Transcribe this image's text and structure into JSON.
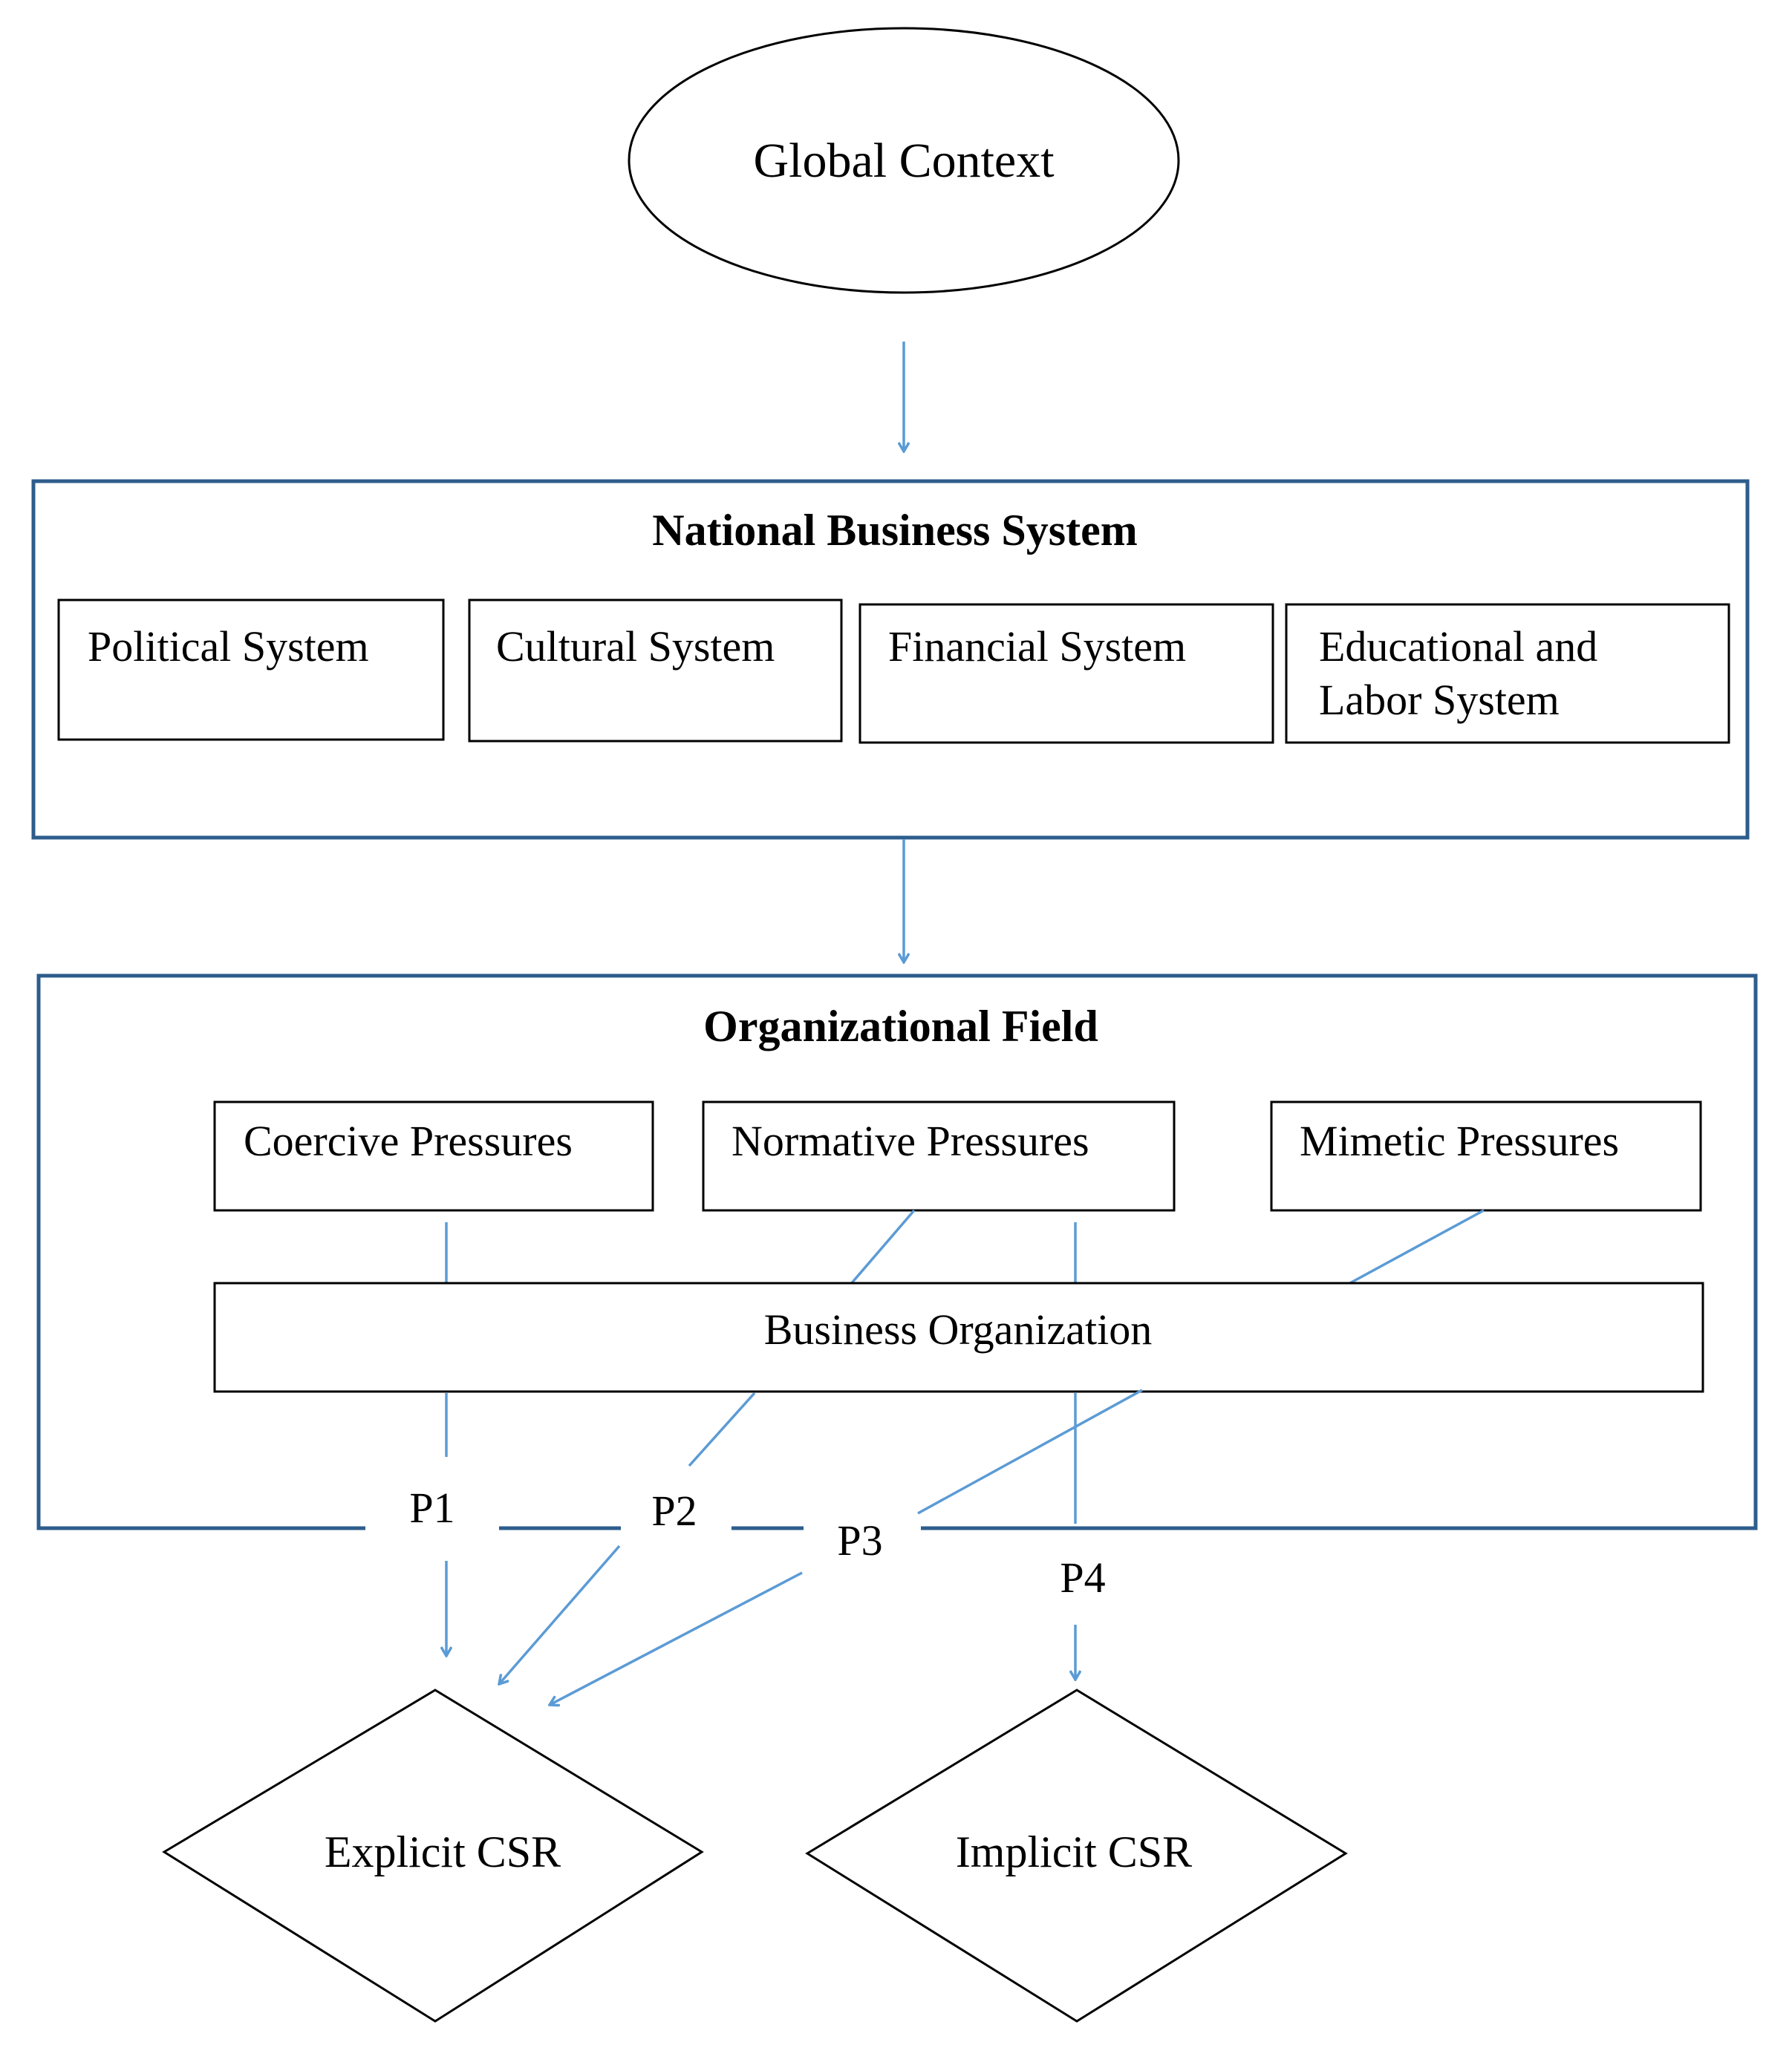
{
  "global_context": {
    "label": "Global Context"
  },
  "national_business_system": {
    "title": "National Business System",
    "boxes": [
      {
        "lines": [
          "Political System"
        ]
      },
      {
        "lines": [
          "Cultural System"
        ]
      },
      {
        "lines": [
          "Financial System"
        ]
      },
      {
        "lines": [
          "Educational and",
          "Labor System"
        ]
      }
    ]
  },
  "organizational_field": {
    "title": "Organizational Field",
    "pressures": [
      {
        "label": "Coercive Pressures"
      },
      {
        "label": "Normative Pressures"
      },
      {
        "label": "Mimetic Pressures"
      }
    ],
    "business_organization": "Business Organization",
    "propositions": [
      "P1",
      "P2",
      "P3",
      "P4"
    ]
  },
  "outcomes": {
    "explicit": "Explicit CSR",
    "implicit": "Implicit CSR"
  },
  "colors": {
    "arrow": "#5b9bd5",
    "frame": "#2e5d8c",
    "shape_stroke": "#000000"
  }
}
